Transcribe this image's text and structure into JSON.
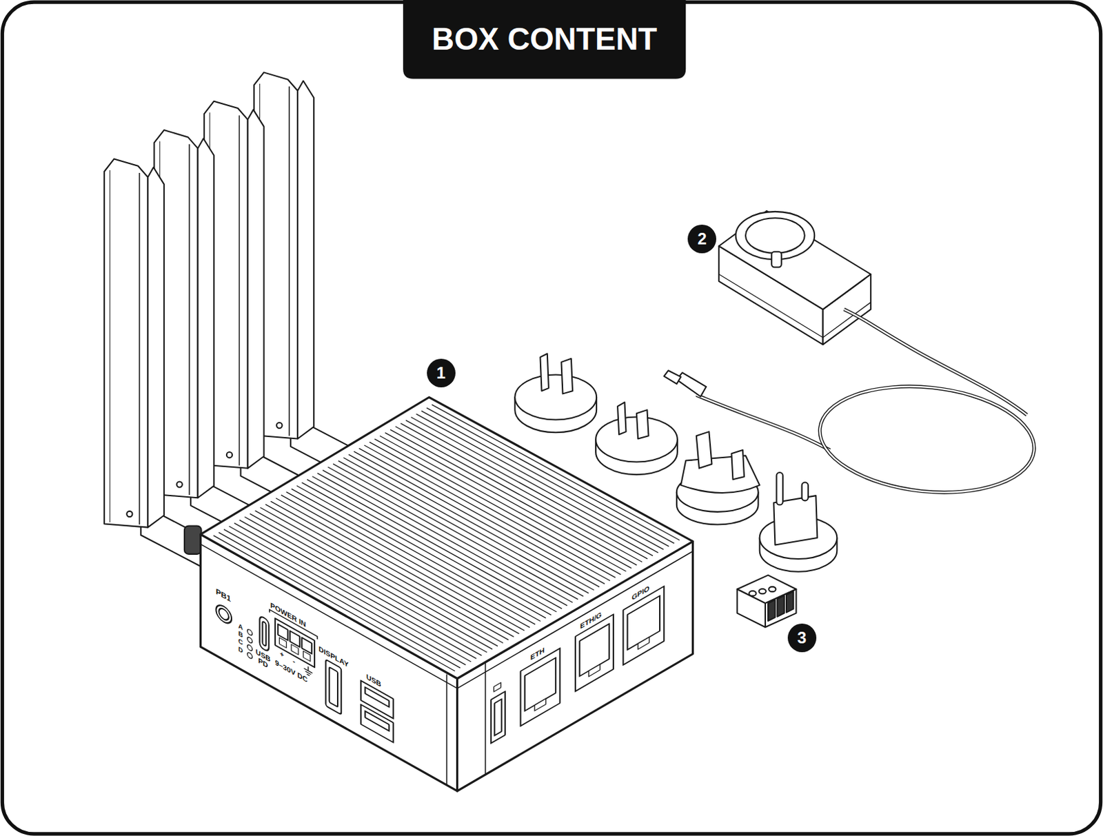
{
  "diagram": {
    "title": "BOX CONTENT",
    "nodes": [
      {
        "text": [
          "1"
        ]
      },
      {
        "text": [
          "2"
        ]
      },
      {
        "text": [
          "3"
        ]
      }
    ],
    "labels": [
      "PB1",
      "A",
      "B",
      "C",
      "D",
      "POWER IN",
      "USB PD",
      "+",
      "-",
      "9–30V DC",
      "DISPLAY",
      "USB",
      "ETH",
      "ETH/G",
      "GPIO"
    ]
  }
}
